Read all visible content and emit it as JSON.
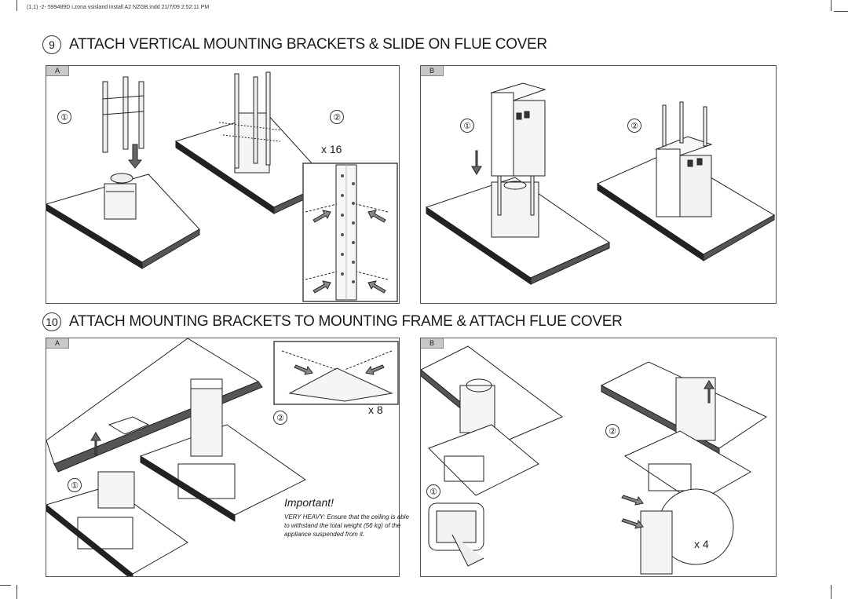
{
  "meta": {
    "file_line": "(1,1) -2- 599489D i.zona vsisland install A2 NZGB.indd 21/7/09 2:52:11 PM"
  },
  "step9": {
    "number": "9",
    "title": "ATTACH VERTICAL MOUNTING BRACKETS & SLIDE ON FLUE COVER",
    "panel_a": "A",
    "panel_b": "B",
    "a_count": "x 16"
  },
  "step10": {
    "number": "10",
    "title": "ATTACH MOUNTING BRACKETS TO MOUNTING FRAME & ATTACH FLUE COVER",
    "panel_a": "A",
    "panel_b": "B",
    "a_count": "x 8",
    "b_count": "x 4",
    "important_title": "Important!",
    "important_text": "VERY HEAVY: Ensure that the ceiling is able to withstand the total weight (56 kg) of the appliance suspended from it."
  },
  "subfigs": {
    "one": "①",
    "two": "②"
  }
}
